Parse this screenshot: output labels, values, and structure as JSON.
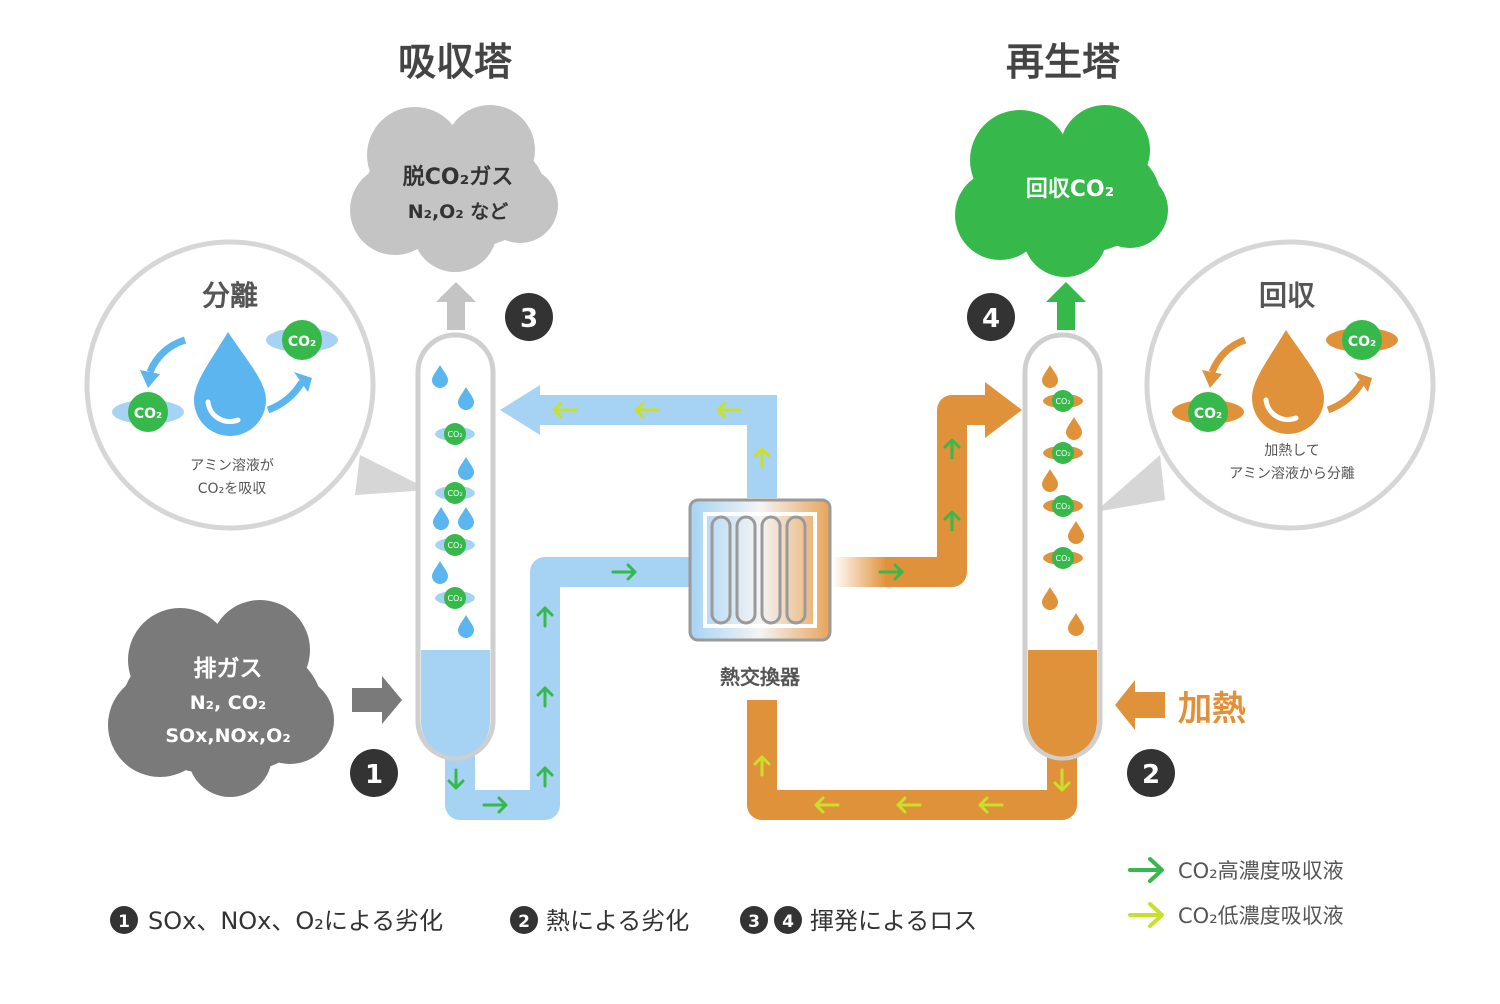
{
  "titles": {
    "absorber": "吸収塔",
    "regenerator": "再生塔"
  },
  "clouds": {
    "decarb_gas": {
      "line1": "脱CO₂ガス",
      "line2": "N₂,O₂ など"
    },
    "recovered": {
      "line1": "回収CO₂"
    },
    "exhaust": {
      "line1": "排ガス",
      "line2": "N₂, CO₂",
      "line3": "SOx,NOx,O₂"
    }
  },
  "callouts": {
    "separate": {
      "title": "分離",
      "caption1": "アミン溶液が",
      "caption2": "CO₂を吸収"
    },
    "recover": {
      "title": "回収",
      "caption1": "加熱して",
      "caption2": "アミン溶液から分離"
    }
  },
  "molecule_label": "CO₂",
  "heat_exchanger_label": "熱交換器",
  "heat_label": "加熱",
  "markers": {
    "m1": "1",
    "m2": "2",
    "m3": "3",
    "m4": "4"
  },
  "bottom_legend": {
    "item1": "SOx、NOx、O₂による劣化",
    "item2": "熱による劣化",
    "item3": "揮発によるロス"
  },
  "arrow_legend": {
    "high": "CO₂高濃度吸収液",
    "low": "CO₂低濃度吸収液"
  },
  "colors": {
    "blue": "#5bb5ef",
    "blue_light": "#a6d3f4",
    "orange": "#e0923a",
    "green": "#37b84a",
    "yellow_green": "#c9e02a",
    "gray_dark": "#7a7a7a",
    "gray_light": "#c4c4c4",
    "marker": "#333333"
  }
}
